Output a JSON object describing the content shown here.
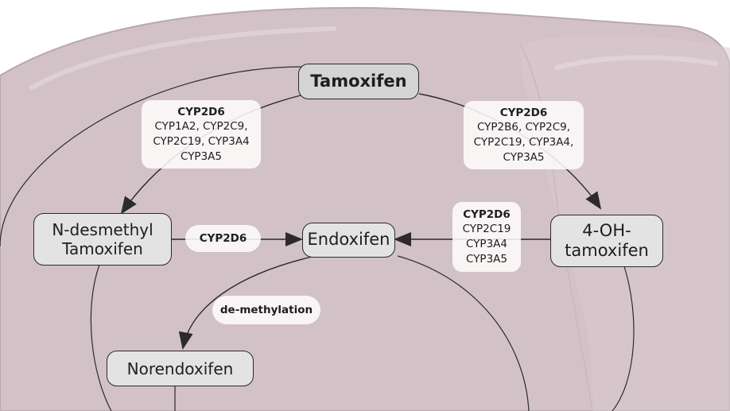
{
  "colors": {
    "liver_fill": "#d2c2c7",
    "liver_outline": "#b9a8ad",
    "node_fill": "#e4e3e4",
    "node_border": "#2a2a2a",
    "arrow": "#2b2b2b",
    "label_bg": "#fdfbfb"
  },
  "nodes": {
    "tamoxifen": "Tamoxifen",
    "n_desmethyl": "N-desmethyl\nTamoxifen",
    "endoxifen": "Endoxifen",
    "oh_tamoxifen": "4-OH-\ntamoxifen",
    "norendoxifen": "Norendoxifen"
  },
  "enzymes": {
    "left": {
      "primary": "CYP2D6",
      "lines": [
        "CYP1A2, CYP2C9,",
        "CYP2C19, CYP3A4",
        "CYP3A5"
      ]
    },
    "right": {
      "primary": "CYP2D6",
      "lines": [
        "CYP2B6, CYP2C9,",
        "CYP2C19, CYP3A4,",
        "CYP3A5"
      ]
    },
    "middle_left": {
      "primary": "CYP2D6"
    },
    "middle_right": {
      "primary": "CYP2D6",
      "lines": [
        "CYP2C19",
        "CYP3A4",
        "CYP3A5"
      ]
    },
    "demethylation": {
      "primary": "de-methylation"
    }
  },
  "edges": [
    {
      "from": "Tamoxifen",
      "to": "N-desmethyl Tamoxifen"
    },
    {
      "from": "Tamoxifen",
      "to": "4-OH-tamoxifen"
    },
    {
      "from": "N-desmethyl Tamoxifen",
      "to": "Endoxifen"
    },
    {
      "from": "4-OH-tamoxifen",
      "to": "Endoxifen"
    },
    {
      "from": "Endoxifen",
      "to": "Norendoxifen"
    }
  ]
}
